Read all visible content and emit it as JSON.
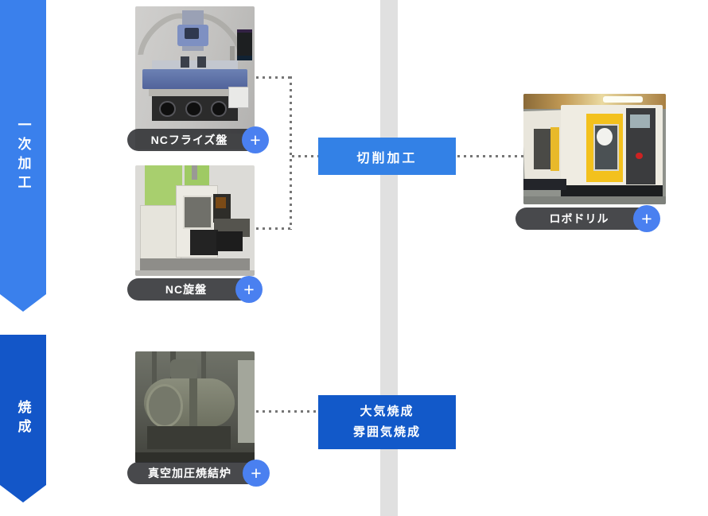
{
  "stages": {
    "primary": {
      "label": "一次加工"
    },
    "firing": {
      "label": "焼成"
    }
  },
  "machines": {
    "nc_milling": {
      "label": "NCフライズ盤"
    },
    "nc_lathe": {
      "label": "NC旋盤"
    },
    "vacuum_furnace": {
      "label": "真空加圧焼結炉"
    },
    "robodrill": {
      "label": "ロボドリル"
    }
  },
  "process_boxes": {
    "cutting": {
      "label": "切削加工"
    },
    "firing": {
      "lines": [
        "大気焼成",
        "雰囲気焼成"
      ]
    }
  },
  "ui": {
    "plus": "+"
  },
  "colors": {
    "ribbon_primary": "#3a80ec",
    "ribbon_firing": "#1356c8",
    "box_cutting": "#3381e6",
    "box_firing": "#1259c9",
    "label_pill": "#2f3033",
    "plus_button": "#4a80f0",
    "divider_bar": "#e0e0e0",
    "connector_dots": "#767676"
  }
}
